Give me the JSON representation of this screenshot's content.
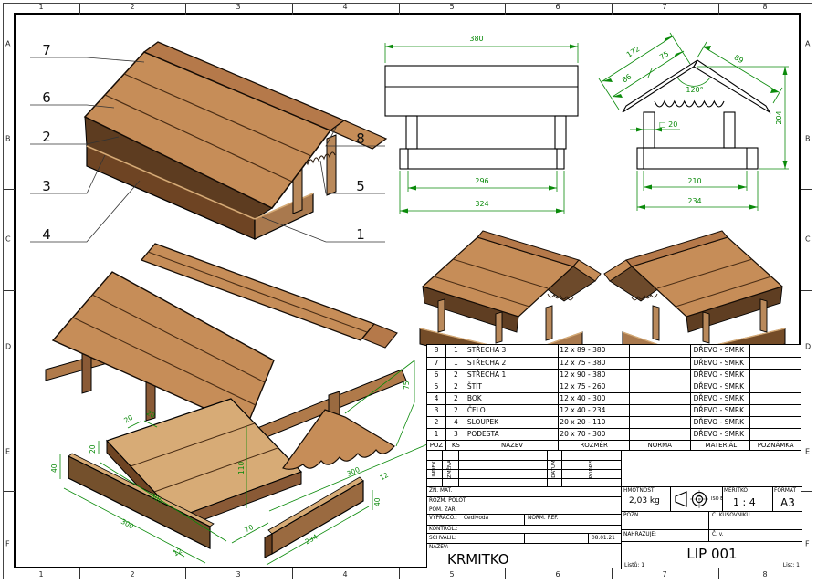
{
  "frame": {
    "cols": [
      "1",
      "2",
      "3",
      "4",
      "5",
      "6",
      "7",
      "8"
    ],
    "rows": [
      "A",
      "B",
      "C",
      "D",
      "E",
      "F"
    ]
  },
  "colors": {
    "dimension": "#0a8a0a",
    "wood_light": "#d7ab76",
    "wood_mid": "#c68d58",
    "wood_dark": "#6e4423",
    "outline": "#000000"
  },
  "assembled_view": {
    "callouts_left": [
      "7",
      "6",
      "2",
      "3",
      "4"
    ],
    "callouts_right": [
      "8",
      "5",
      "1"
    ]
  },
  "front_view": {
    "width_top": "380",
    "width_inner": "296",
    "width_outer": "324"
  },
  "side_view": {
    "slope_total": "172",
    "slope_lower": "86",
    "slope_upper": "75",
    "slope_right": "89",
    "ridge_angle": "120°",
    "post_section": "□ 20",
    "height": "204",
    "span_inner": "210",
    "span_outer": "234"
  },
  "exploded_view": {
    "post_w": "20",
    "post_d": "20",
    "post_len": "110",
    "board_thk": "20",
    "bok_h": "40",
    "podesta_len": "300",
    "podesta_w": "70",
    "bok_len": "300",
    "bok_thk": "12",
    "celo_len": "234",
    "celo_h": "40",
    "celo_thk": "12",
    "bok2_len": "300",
    "stit_w": "75"
  },
  "bom": {
    "headers": [
      "POZ",
      "KS",
      "NÁZEV",
      "ROZMĚR",
      "NORMA",
      "MATERIÁL",
      "POZNÁMKA"
    ],
    "rows": [
      {
        "poz": "8",
        "ks": "1",
        "nazev": "STŘECHA 3",
        "rozmer": "12 x 89 - 380",
        "norma": "",
        "material": "DŘEVO - SMRK",
        "poznamka": ""
      },
      {
        "poz": "7",
        "ks": "1",
        "nazev": "STŘECHA 2",
        "rozmer": "12 x 75 - 380",
        "norma": "",
        "material": "DŘEVO - SMRK",
        "poznamka": ""
      },
      {
        "poz": "6",
        "ks": "2",
        "nazev": "STŘECHA 1",
        "rozmer": "12 x 90 - 380",
        "norma": "",
        "material": "DŘEVO - SMRK",
        "poznamka": ""
      },
      {
        "poz": "5",
        "ks": "2",
        "nazev": "ŠTÍT",
        "rozmer": "12 x 75 - 260",
        "norma": "",
        "material": "DŘEVO - SMRK",
        "poznamka": ""
      },
      {
        "poz": "4",
        "ks": "2",
        "nazev": "BOK",
        "rozmer": "12 x 40 - 300",
        "norma": "",
        "material": "DŘEVO - SMRK",
        "poznamka": ""
      },
      {
        "poz": "3",
        "ks": "2",
        "nazev": "ČELO",
        "rozmer": "12 x 40 - 234",
        "norma": "",
        "material": "DŘEVO - SMRK",
        "poznamka": ""
      },
      {
        "poz": "2",
        "ks": "4",
        "nazev": "SLOUPEK",
        "rozmer": "20 x 20 - 110",
        "norma": "",
        "material": "DŘEVO - SMRK",
        "poznamka": ""
      },
      {
        "poz": "1",
        "ks": "3",
        "nazev": "PODESTA",
        "rozmer": "20 x 70 - 300",
        "norma": "",
        "material": "DŘEVO - SMRK",
        "poznamka": ""
      }
    ]
  },
  "title_block": {
    "index": "INDEX",
    "zmena": "ZMĚNA",
    "datum": "DATUM",
    "podpis": "PODPIS",
    "zn_mat": "ZN. MAT.",
    "rozm_polot": "ROZM. POLOT.",
    "pom_zar": "POM. ZAŘ.",
    "vypracoval_label": "VYPRACO.:",
    "vypracoval": "Cedivoda",
    "norm_ref": "NORM. REF.",
    "kontrol": "KONTROL.:",
    "schvalil": "SCHVÁLIL:",
    "date": "08.01.21",
    "nazev_label": "NÁZEV:",
    "nazev": "KRMITKO",
    "hmotnost_label": "HMOTNOST",
    "hmotnost": "2,03 kg",
    "iso": "ISO E",
    "meritko_label": "MĚŘÍTKO",
    "meritko": "1 : 4",
    "format_label": "FORMÁT",
    "format": "A3",
    "pozn": "POZN.",
    "c_kusovniku": "Č. KUSOVNÍKU",
    "nahrazuje": "NAHRAZUJE:",
    "c_v": "Č. v.",
    "drawing_no": "LIP 001",
    "listu": "Listů: 1",
    "list": "List: 1"
  }
}
